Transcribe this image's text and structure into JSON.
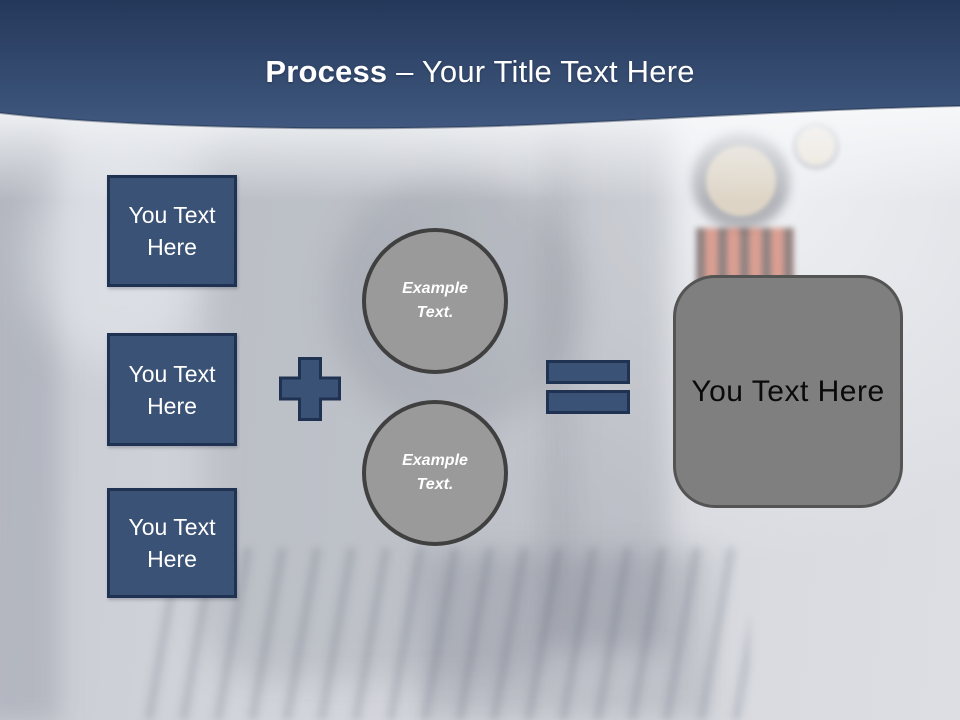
{
  "slide": {
    "title": {
      "emphasis": "Process ",
      "rest": "– Your Title Text Here"
    }
  },
  "diagram": {
    "input_boxes": [
      {
        "label": "You Text Here"
      },
      {
        "label": "You Text Here"
      },
      {
        "label": "You Text Here"
      }
    ],
    "plus_icon": "plus",
    "example_circles": [
      {
        "label": "Example Text."
      },
      {
        "label": "Example Text."
      }
    ],
    "equals_icon": "equals",
    "result_box": {
      "label": "You Text Here"
    }
  },
  "colors": {
    "header_gradient_top": "#24385a",
    "header_gradient_bottom": "#40587f",
    "shape_blue_fill": "#3b5277",
    "shape_blue_border": "#203252",
    "circle_gray_fill": "#9a9a9a",
    "circle_gray_border": "#404040",
    "result_gray_fill": "#7f7f7f",
    "result_gray_border": "#545454",
    "title_text": "#ffffff",
    "circle_text": "#ffffff",
    "result_text": "#0a0a0a"
  }
}
